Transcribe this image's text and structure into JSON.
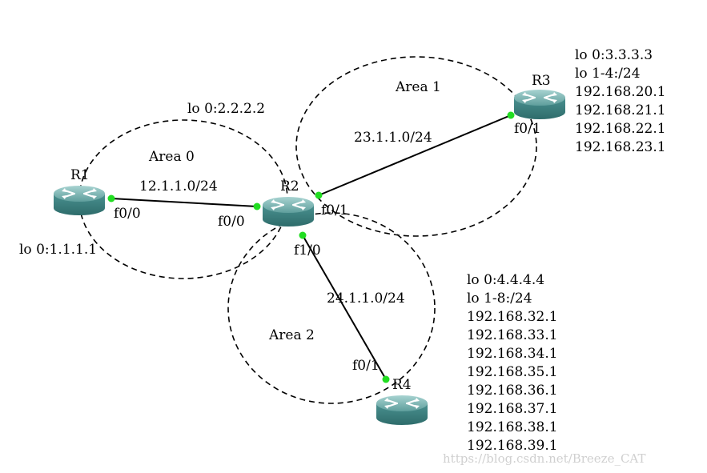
{
  "areas": [
    {
      "id": "area0",
      "label": "Area 0"
    },
    {
      "id": "area1",
      "label": "Area 1"
    },
    {
      "id": "area2",
      "label": "Area 2"
    }
  ],
  "routers": [
    {
      "id": "r1",
      "name": "R1"
    },
    {
      "id": "r2",
      "name": "R2"
    },
    {
      "id": "r3",
      "name": "R3"
    },
    {
      "id": "r4",
      "name": "R4"
    }
  ],
  "links": [
    {
      "id": "r1-r2",
      "network": "12.1.1.0/24",
      "a_if": "f0/0",
      "b_if": "f0/0"
    },
    {
      "id": "r2-r3",
      "network": "23.1.1.0/24",
      "a_if": "f0/1",
      "b_if": "f0/1"
    },
    {
      "id": "r2-r4",
      "network": "24.1.1.0/24",
      "a_if": "f1/0",
      "b_if": "f0/1"
    }
  ],
  "loopbacks": {
    "r1": [
      "lo 0:1.1.1.1"
    ],
    "r2": [
      "lo 0:2.2.2.2"
    ],
    "r3": [
      "lo 0:3.3.3.3",
      "lo 1-4:/24",
      "192.168.20.1",
      "192.168.21.1",
      "192.168.22.1",
      "192.168.23.1"
    ],
    "r4": [
      "lo 0:4.4.4.4",
      "lo 1-8:/24",
      "192.168.32.1",
      "192.168.33.1",
      "192.168.34.1",
      "192.168.35.1",
      "192.168.36.1",
      "192.168.37.1",
      "192.168.38.1",
      "192.168.39.1"
    ]
  },
  "watermark": "https://blog.csdn.net/Breeze_CAT",
  "colors": {
    "router_top": "#7fb7b5",
    "router_body": "#3f8584",
    "port": "#22dd22",
    "line": "#000000"
  }
}
